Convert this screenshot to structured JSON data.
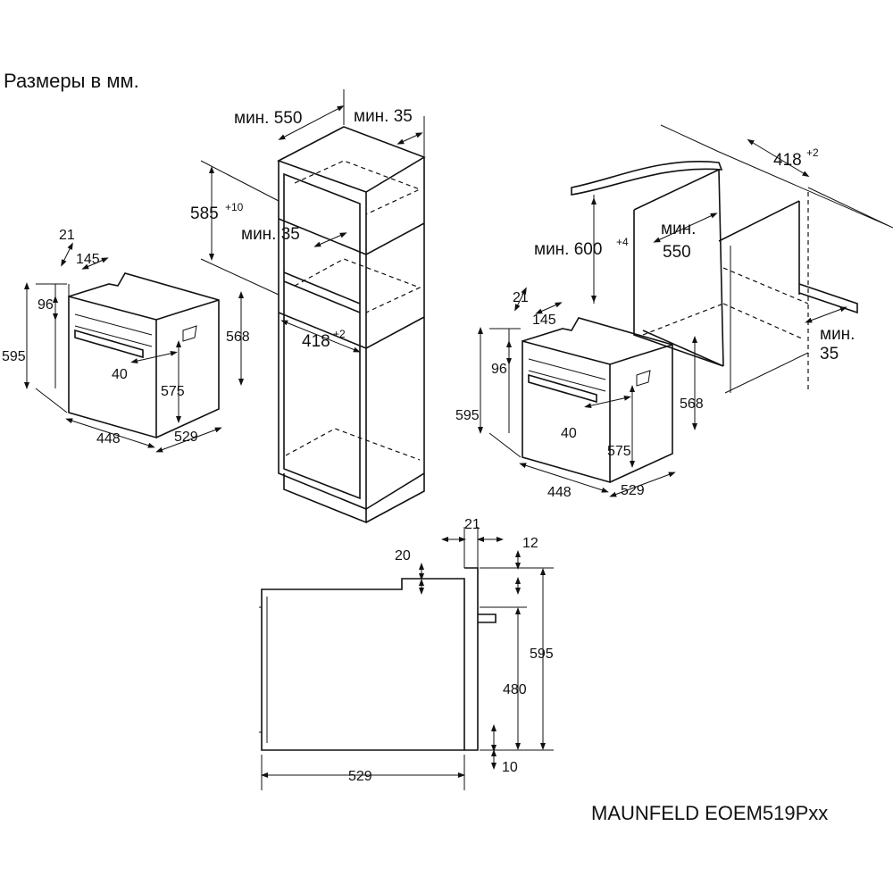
{
  "title": "Размеры в мм.",
  "model": "MAUNFELD EOEM519Pxx",
  "oven_left": {
    "d21": "21",
    "d145": "145",
    "d96": "96",
    "d595": "595",
    "d568": "568",
    "d40": "40",
    "d575": "575",
    "d448": "448",
    "d529": "529"
  },
  "tall_cabinet": {
    "min550": "мин. 550",
    "min35_top": "мин. 35",
    "h585": "585",
    "h585_tol": "+10",
    "min35_mid": "мин. 35",
    "w418": "418",
    "w418_tol": "+2"
  },
  "under_counter": {
    "w418": "418",
    "w418_tol": "+2",
    "min600": "мин. 600",
    "min600_tol": "+4",
    "min_label": "мин.",
    "d550": "550",
    "min_label2": "мин.",
    "d35": "35"
  },
  "oven_right": {
    "d21": "21",
    "d145": "145",
    "d96": "96",
    "d595": "595",
    "d568": "568",
    "d40": "40",
    "d575": "575",
    "d448": "448",
    "d529": "529"
  },
  "side_view": {
    "d21": "21",
    "d12": "12",
    "d20": "20",
    "d595": "595",
    "d480": "480",
    "d529": "529",
    "d10": "10"
  }
}
